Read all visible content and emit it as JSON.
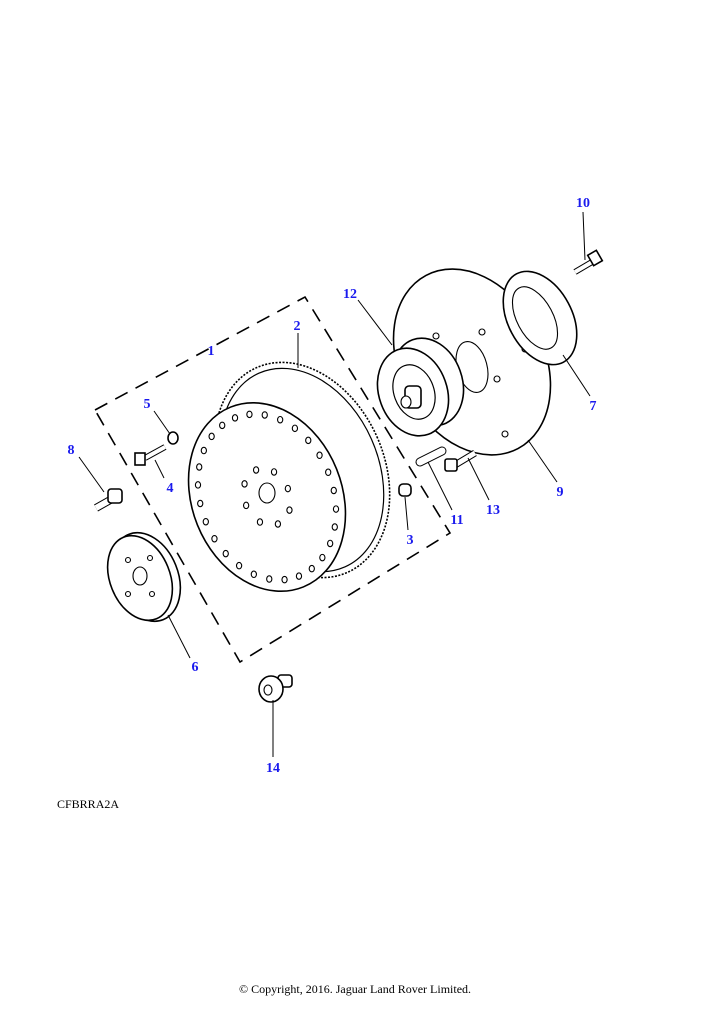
{
  "diagram": {
    "callouts": [
      "1",
      "2",
      "3",
      "4",
      "5",
      "6",
      "7",
      "8",
      "9",
      "10",
      "11",
      "12",
      "13",
      "14"
    ],
    "callout_color": "#1a1aee",
    "caption": "CFBRRA2A",
    "copyright": "© Copyright, 2016. Jaguar Land Rover Limited."
  }
}
